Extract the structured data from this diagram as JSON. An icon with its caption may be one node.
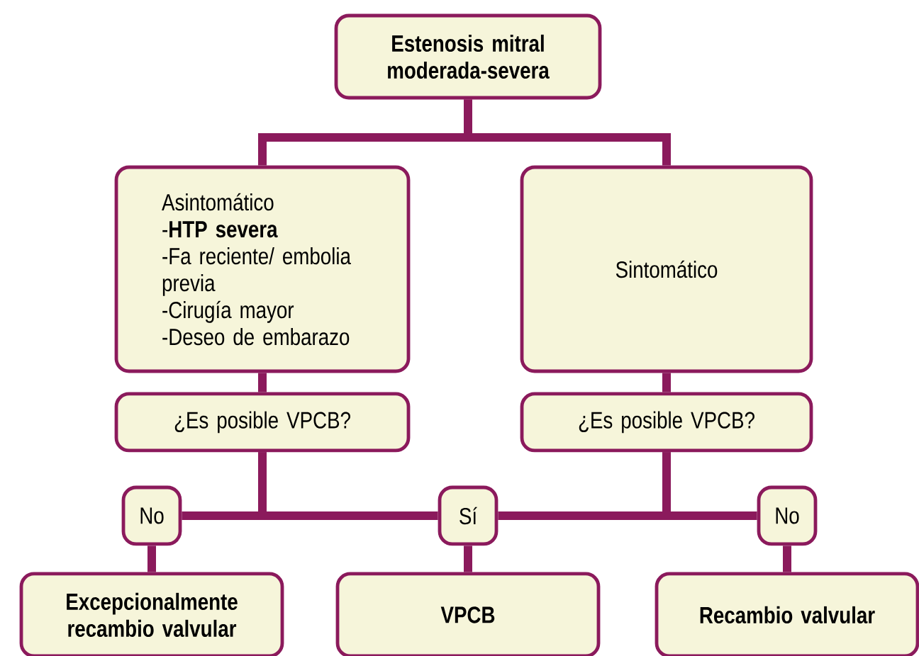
{
  "diagram": {
    "nodes": [
      {
        "text": [
          "Estenosis mitral moderada-severa"
        ]
      },
      {
        "text": [
          "Asintomático",
          "-**HTP severa**",
          "-Fa reciente/ embolia previa",
          "-Cirugía mayor",
          "-Deseo de embarazo"
        ]
      },
      {
        "text": [
          "Sintomático"
        ]
      },
      {
        "text": [
          "¿Es posible VPCB?"
        ]
      },
      {
        "text": [
          "¿Es posible VPCB?"
        ]
      },
      {
        "text": [
          "No"
        ]
      },
      {
        "text": [
          "Sí"
        ]
      },
      {
        "text": [
          "No"
        ]
      },
      {
        "text": [
          "Excepcionalmente recambio valvular"
        ]
      },
      {
        "text": [
          "VPCB"
        ]
      },
      {
        "text": [
          "Recambio valvular"
        ]
      }
    ],
    "edges": [
      {
        "from": 0,
        "to": 1,
        "arrow": "none"
      },
      {
        "from": 0,
        "to": 2,
        "arrow": "none"
      },
      {
        "from": 1,
        "to": 3,
        "arrow": "none"
      },
      {
        "from": 2,
        "to": 4,
        "arrow": "none"
      },
      {
        "from": 3,
        "to": 5,
        "arrow": "none"
      },
      {
        "from": 3,
        "to": 6,
        "arrow": "none"
      },
      {
        "from": 4,
        "to": 6,
        "arrow": "none"
      },
      {
        "from": 4,
        "to": 7,
        "arrow": "none"
      },
      {
        "from": 5,
        "to": 8,
        "arrow": "none"
      },
      {
        "from": 6,
        "to": 9,
        "arrow": "none"
      },
      {
        "from": 7,
        "to": 10,
        "arrow": "none"
      }
    ]
  }
}
